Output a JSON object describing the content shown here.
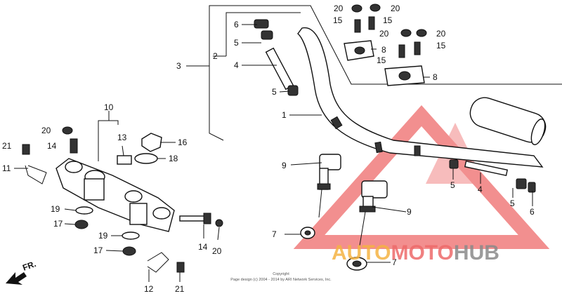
{
  "labels": {
    "p1": "1",
    "p2": "2",
    "p3": "3",
    "p4a": "4",
    "p4b": "4",
    "p5a": "5",
    "p5b": "5",
    "p5c": "5",
    "p5d": "5",
    "p6a": "6",
    "p6b": "6",
    "p7a": "7",
    "p7b": "7",
    "p8a": "8",
    "p8b": "8",
    "p9a": "9",
    "p9b": "9",
    "p10": "10",
    "p11": "11",
    "p12": "12",
    "p13": "13",
    "p14a": "14",
    "p14b": "14",
    "p15a": "15",
    "p15b": "15",
    "p15c": "15",
    "p15d": "15",
    "p16": "16",
    "p17a": "17",
    "p17b": "17",
    "p18": "18",
    "p19a": "19",
    "p19b": "19",
    "p20a": "20",
    "p20b": "20",
    "p20c": "20",
    "p20d": "20",
    "p20e": "20",
    "p20f": "20",
    "p21a": "21",
    "p21b": "21"
  },
  "direction": "FR.",
  "copyright_line1": "Copyright",
  "copyright_line2": "Page design (c) 2004 - 2014 by ARI Network Services, Inc.",
  "watermark": {
    "part1": "AUTO",
    "part2": "MOTO",
    "part3": "HUB",
    "color_orange": "#f5b342",
    "color_red": "#ee6a6a",
    "color_gray": "#8a8a8a"
  }
}
